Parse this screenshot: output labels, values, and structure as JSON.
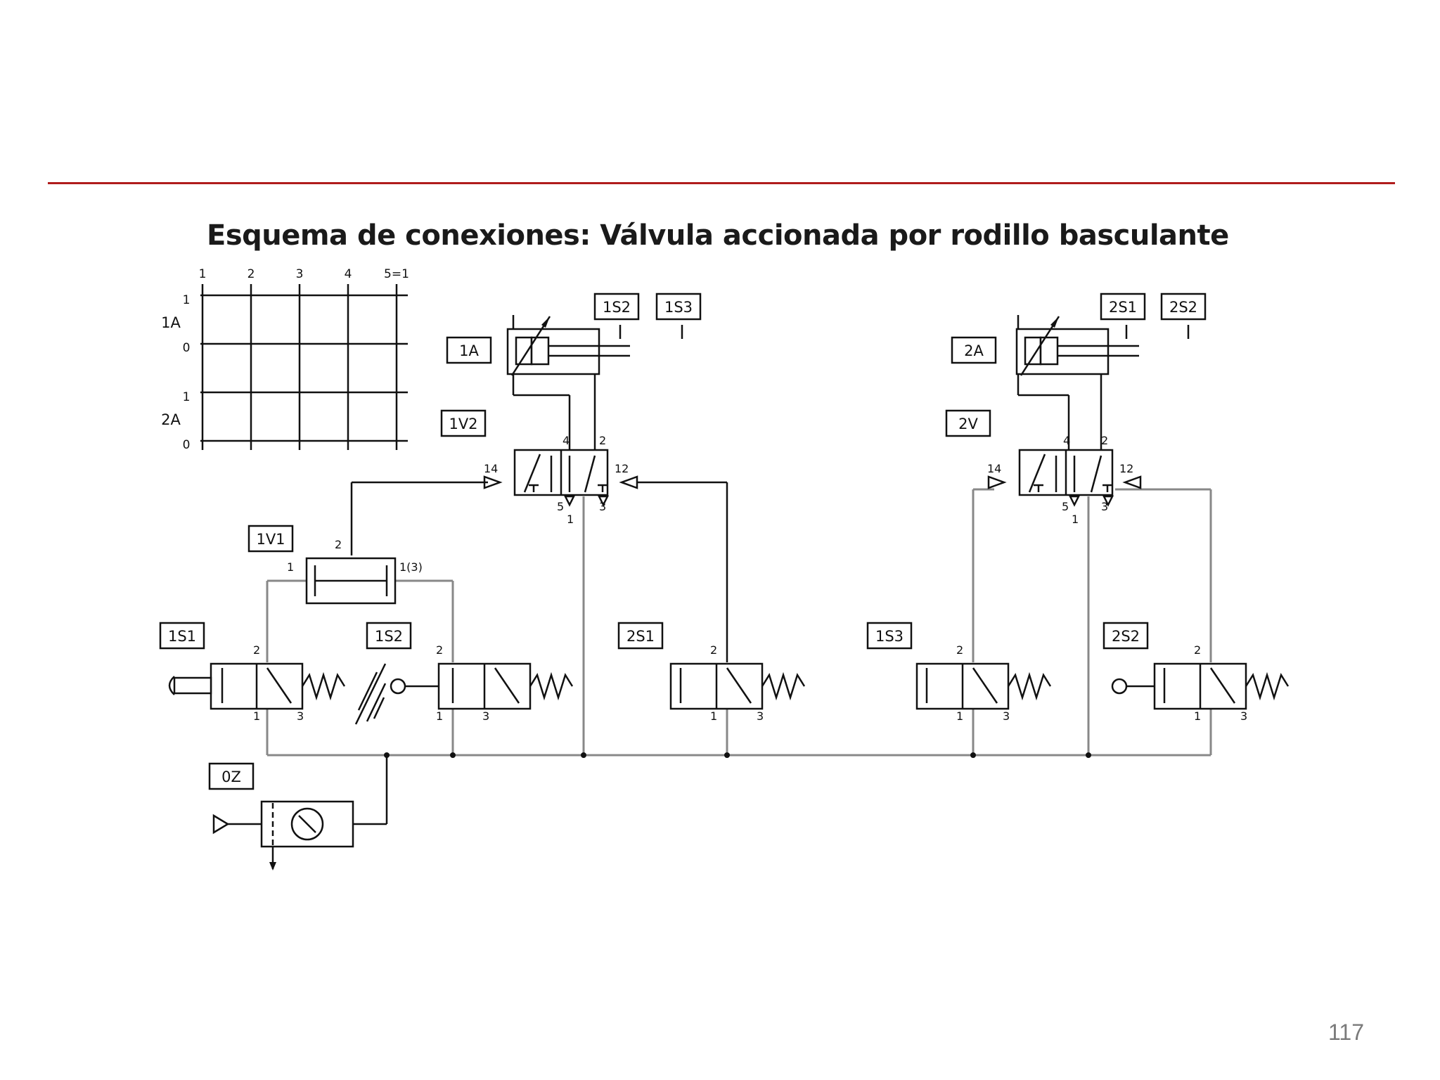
{
  "slide": {
    "title": "Esquema de conexiones: Válvula accionada por rodillo basculante",
    "page_number": "117",
    "accent_color": "#b01c1c"
  },
  "diagram": {
    "step_grid": {
      "columns": [
        "1",
        "2",
        "3",
        "4",
        "5=1"
      ],
      "rows": [
        {
          "name": "1A",
          "top": "1",
          "bottom": "0"
        },
        {
          "name": "2A",
          "top": "1",
          "bottom": "0"
        }
      ]
    },
    "tags": {
      "c1_sensor_a": "1S2",
      "c1_sensor_b": "1S3",
      "c2_sensor_a": "2S1",
      "c2_sensor_b": "2S2",
      "cyl1": "1A",
      "cyl2": "2A",
      "valve1": "1V2",
      "valve2": "2V",
      "shuttle": "1V1",
      "v1s1": "1S1",
      "v1s2": "1S2",
      "v2s1": "2S1",
      "v1s3": "1S3",
      "v2s2": "2S2",
      "supply": "0Z"
    },
    "ports": {
      "p1": "1",
      "p2": "2",
      "p3": "3",
      "p4": "4",
      "p5": "5",
      "p12": "12",
      "p14": "14",
      "p1_3": "1(3)"
    }
  }
}
